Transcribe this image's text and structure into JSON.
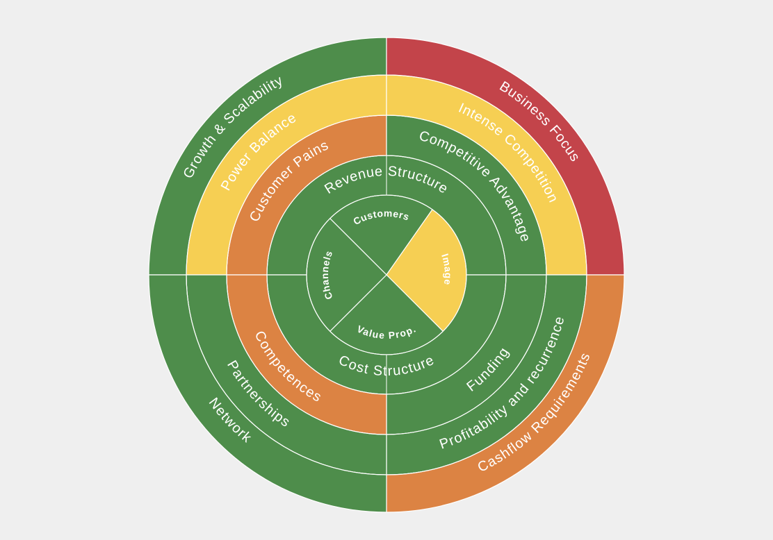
{
  "colors": {
    "green": "#4e8d4b",
    "yellow": "#f6cf53",
    "orange": "#dc8343",
    "red": "#c3444a",
    "background": "#efefef"
  },
  "rings": [
    {
      "level": 0,
      "segments": [
        {
          "label": "Customers",
          "color": "green"
        },
        {
          "label": "Image",
          "color": "yellow"
        },
        {
          "label": "Value Prop.",
          "color": "green"
        },
        {
          "label": "Channels",
          "color": "green"
        }
      ]
    },
    {
      "level": 1,
      "segments": [
        {
          "label": "Revenue Structure",
          "color": "green"
        },
        {
          "label": "Cost Structure",
          "color": "green"
        }
      ]
    },
    {
      "level": 2,
      "segments": [
        {
          "label": "Customer Pains",
          "color": "orange"
        },
        {
          "label": "Competitive Advantage",
          "color": "green"
        },
        {
          "label": "Funding",
          "color": "green"
        },
        {
          "label": "Competences",
          "color": "orange"
        }
      ]
    },
    {
      "level": 3,
      "segments": [
        {
          "label": "Power Balance",
          "color": "yellow"
        },
        {
          "label": "Intense Competition",
          "color": "yellow"
        },
        {
          "label": "Profitability and recurrence",
          "color": "green"
        },
        {
          "label": "Partnerships",
          "color": "green"
        }
      ]
    },
    {
      "level": 4,
      "segments": [
        {
          "label": "Growth & Scalability",
          "color": "green"
        },
        {
          "label": "Business Focus",
          "color": "red"
        },
        {
          "label": "Cashflow Requirements",
          "color": "orange"
        },
        {
          "label": "Network",
          "color": "green"
        }
      ]
    }
  ]
}
